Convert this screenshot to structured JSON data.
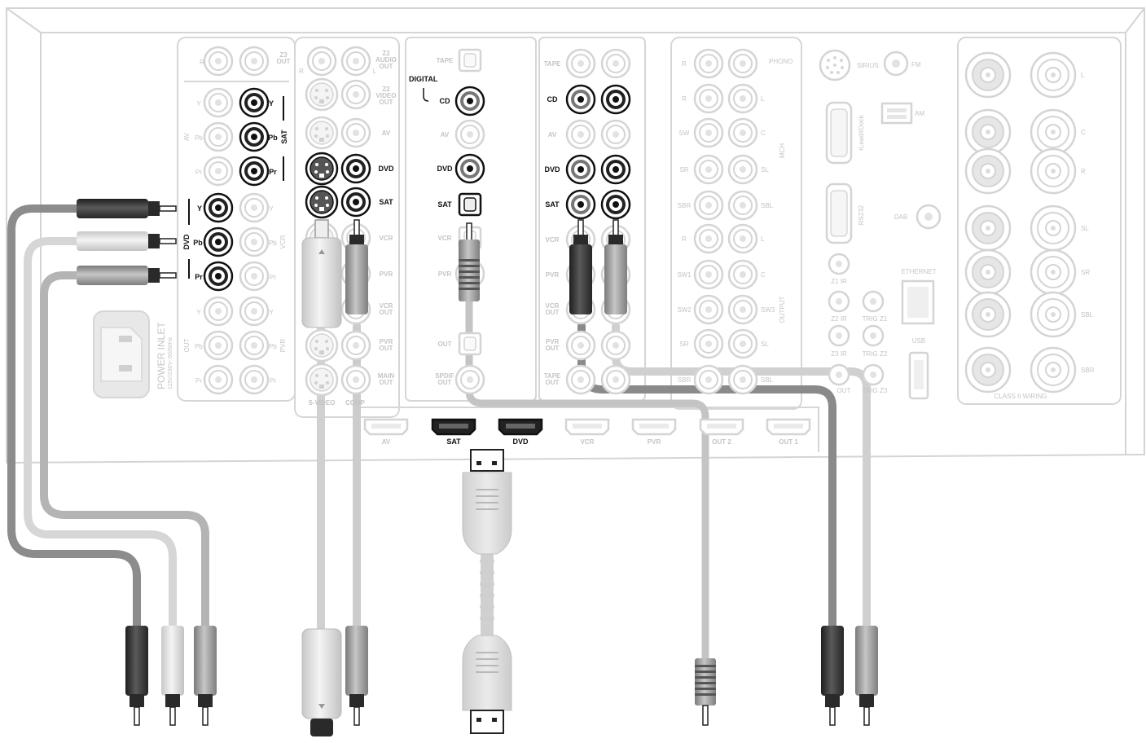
{
  "component_video_panel": {
    "z3_out": "Z3\nOUT",
    "r": "R",
    "y": "Y",
    "pb": "Pb",
    "pr": "Pr",
    "av": "AV",
    "sat": "SAT",
    "dvd": "DVD",
    "vcr": "VCR",
    "out": "OUT",
    "pvr": "PVR"
  },
  "power_inlet": {
    "title": "POWER INLET",
    "voltage": "115V/230V~50/60Hz"
  },
  "z2_panel": {
    "z2_audio_out": "Z2\nAUDIO\nOUT",
    "z2_video_out": "Z2\nVIDEO\nOUT",
    "r": "R",
    "l": "L",
    "av": "AV",
    "dvd": "DVD",
    "sat": "SAT",
    "vcr": "VCR",
    "pvr": "PVR",
    "vcr_out": "VCR\nOUT",
    "pvr_out": "PVR\nOUT",
    "main_out": "MAIN\nOUT",
    "s_video": "S-VIDEO",
    "comp": "COMP"
  },
  "digital_panel": {
    "title": "DIGITAL",
    "tape": "TAPE",
    "cd": "CD",
    "av": "AV",
    "dvd": "DVD",
    "sat": "SAT",
    "vcr": "VCR",
    "pvr": "PVR",
    "out": "OUT",
    "spdif_out": "SPDIF\nOUT"
  },
  "analog_panel": {
    "tape": "TAPE",
    "cd": "CD",
    "av": "AV",
    "dvd": "DVD",
    "sat": "SAT",
    "vcr": "VCR",
    "pvr": "PVR",
    "vcr_out": "VCR\nOUT",
    "pvr_out": "PVR\nOUT",
    "tape_out": "TAPE\nOUT"
  },
  "multichannel_panel": {
    "phono": "PHONO",
    "mch": "MCH",
    "output": "OUTPUT",
    "r": "R",
    "l": "L",
    "sw": "SW",
    "c": "C",
    "sr": "SR",
    "sl": "SL",
    "sbr": "SBR",
    "sbl": "SBL",
    "sw1": "SW1",
    "sw2": "SW2",
    "sw3": "SW3"
  },
  "control_panel": {
    "sirius": "SIRIUS",
    "fm": "FM",
    "am": "AM",
    "rlead_dock": "rLead/rDock",
    "rs232": "RS232",
    "dab": "DAB",
    "z1_ir": "Z1 IR",
    "z2_ir": "Z2 IR",
    "z3_ir": "Z3 IR",
    "trig_z1": "TRIG Z1",
    "trig_z2": "TRIG Z2",
    "trig_z3": "TRIG Z3",
    "ethernet": "ETHERNET",
    "usb": "USB",
    "out": "OUT"
  },
  "speaker_panel": {
    "l": "L",
    "c": "C",
    "r": "R",
    "sl": "SL",
    "sr": "SR",
    "sbl": "SBL",
    "sbr": "SBR",
    "class_ii": "CLASS II WIRING"
  },
  "hdmi_row": {
    "ports": [
      "AV",
      "SAT",
      "DVD",
      "VCR",
      "PVR",
      "OUT 2",
      "OUT 1"
    ],
    "active": [
      "SAT",
      "DVD"
    ]
  },
  "colors": {
    "panel_line": "#d4d4d4",
    "cable_dark": "#8c8c8c",
    "cable_mid": "#a9a9a9",
    "cable_light": "#d0d0d0",
    "plug_black": "#3a3a3a",
    "label_dim": "#c4c4c4",
    "label_active": "#111111"
  }
}
